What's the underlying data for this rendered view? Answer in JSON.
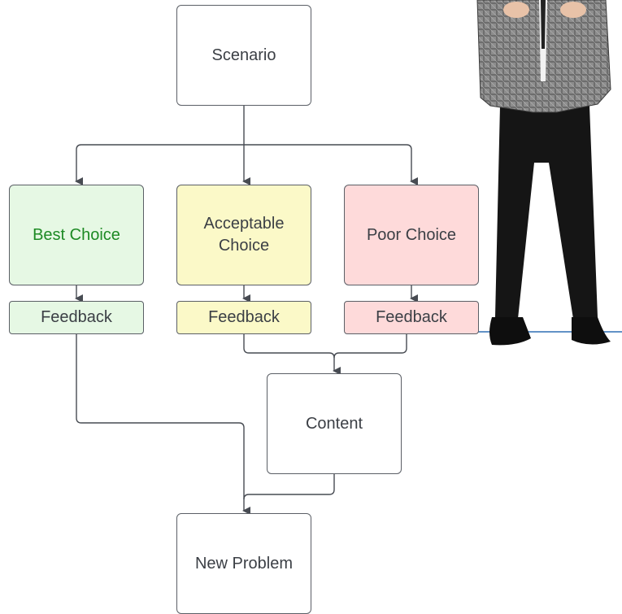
{
  "nodes": {
    "scenario": "Scenario",
    "best_choice": "Best Choice",
    "acceptable_choice": "Acceptable\nChoice",
    "poor_choice": "Poor Choice",
    "feedback_best": "Feedback",
    "feedback_acceptable": "Feedback",
    "feedback_poor": "Feedback",
    "content": "Content",
    "new_problem": "New Problem"
  },
  "colors": {
    "best_fill": "#e6f8e4",
    "best_text": "#1d8a24",
    "acceptable_fill": "#fbf9c8",
    "poor_fill": "#fedada",
    "edge": "#474b52",
    "accent_line": "#2f6fb3"
  },
  "image": {
    "figure": "person-in-suit-photo"
  }
}
